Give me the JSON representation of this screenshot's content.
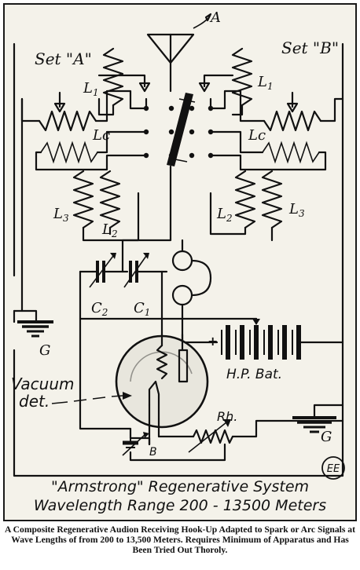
{
  "labels": {
    "antenna": "A",
    "set_a": "Set \"A\"",
    "set_b": "Set \"B\"",
    "l1_left": "L",
    "l1_left_sub": "1",
    "l1_right": "L",
    "l1_right_sub": "1",
    "lc_left": "Lc",
    "lc_right": "Lc",
    "l3_left": "L",
    "l3_left_sub": "3",
    "l2_left": "L",
    "l2_left_sub": "2",
    "l2_right": "L",
    "l2_right_sub": "2",
    "l3_right": "L",
    "l3_right_sub": "3",
    "c2": "C",
    "c2_sub": "2",
    "c1": "C",
    "c1_sub": "1",
    "ground_left": "G",
    "ground_right": "G",
    "hp_bat": "H.P. Bat.",
    "plus": "+",
    "vacuum_line1": "Vacuum",
    "vacuum_line2": "det.",
    "rh": "Rh.",
    "battery_b": "B",
    "ee_mark": "EE",
    "title_line1": "\"Armstrong\" Regenerative System",
    "title_line2": "Wavelength Range 200 - 13500 Meters"
  },
  "caption": "A Composite Regenerative Audion Receiving Hook-Up Adapted to Spark or Arc Signals at Wave Lengths of from 200 to 13,500 Meters. Requires Minimum of Apparatus and Has Been Tried Out Thoroly."
}
